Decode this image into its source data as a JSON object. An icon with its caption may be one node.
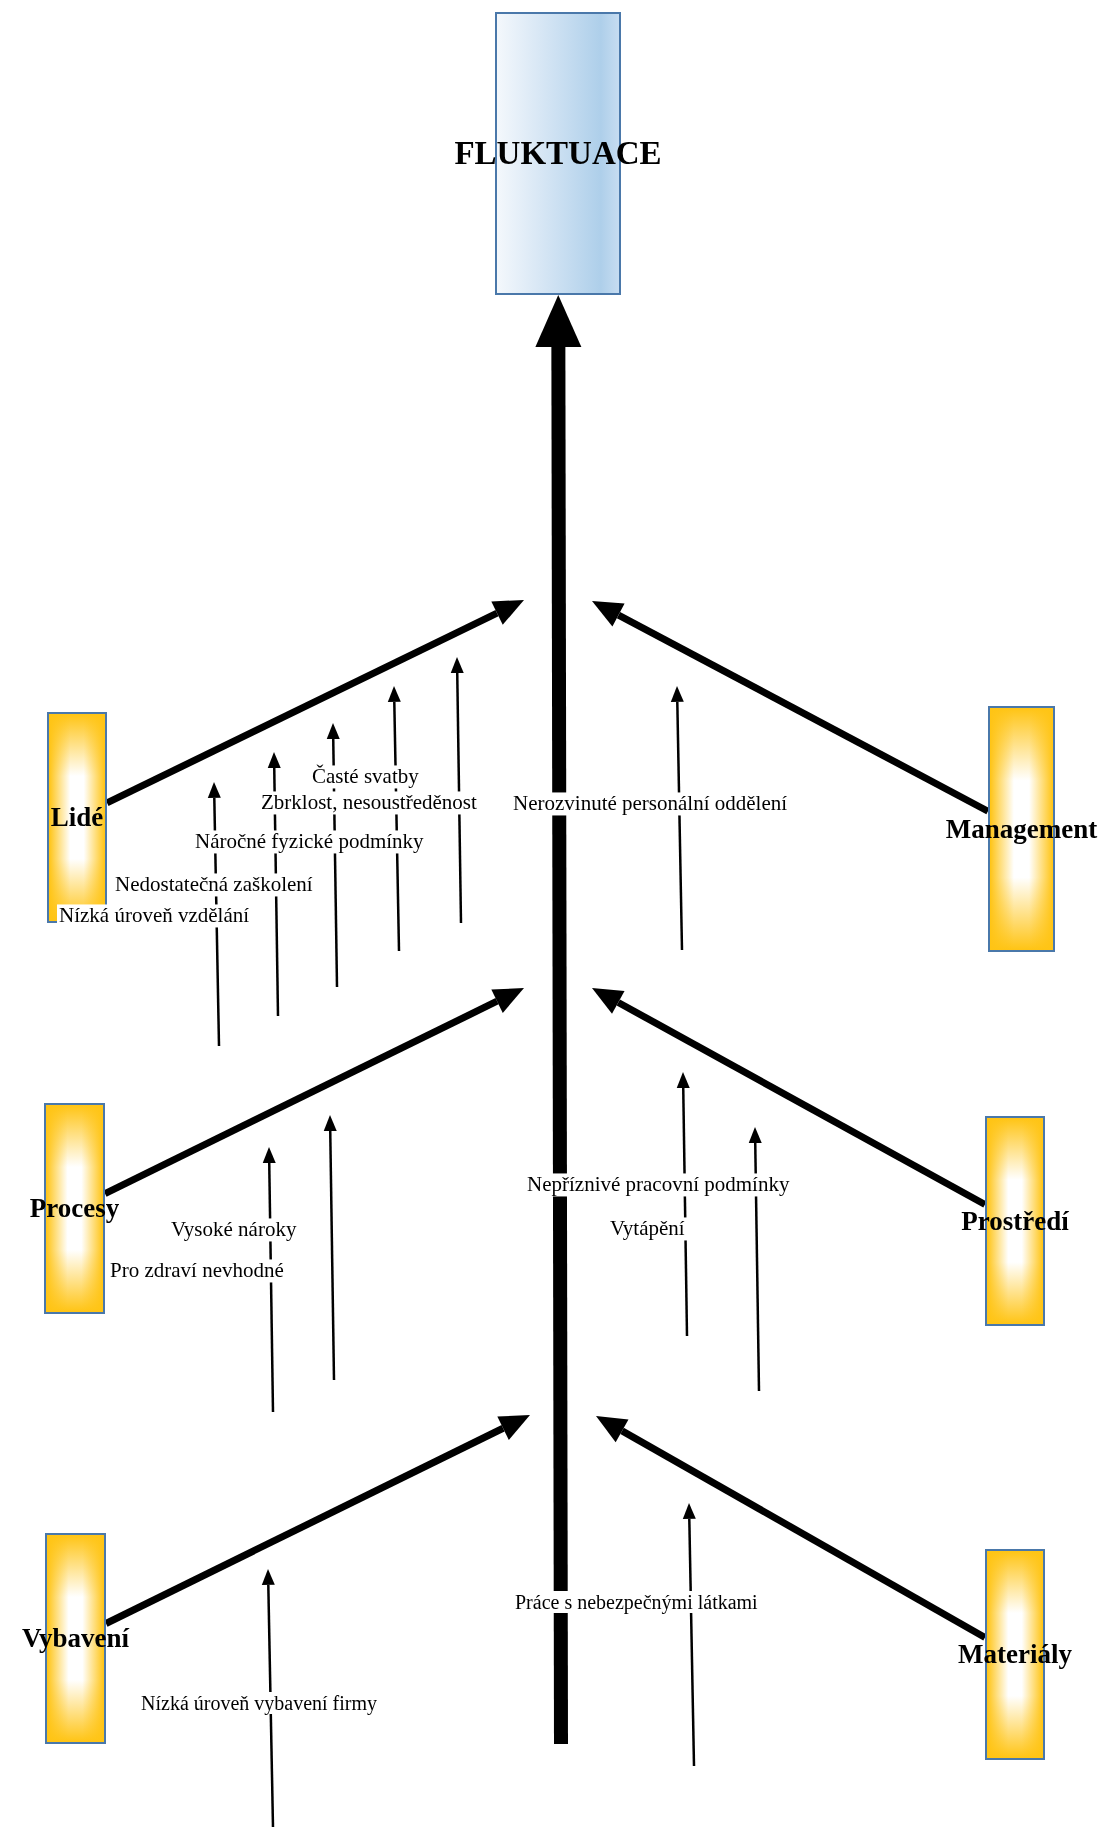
{
  "diagram": {
    "nodes": [
      {
        "text": [
          "FLUKTUACE"
        ]
      },
      {
        "text": [
          "Lidé"
        ]
      },
      {
        "text": [
          "Management"
        ]
      },
      {
        "text": [
          "Procesy"
        ]
      },
      {
        "text": [
          "Prostředí"
        ]
      },
      {
        "text": [
          "Vybavení"
        ]
      },
      {
        "text": [
          "Materiály"
        ]
      }
    ],
    "edges": [
      {
        "from": null,
        "to": 0,
        "arrow": "to",
        "style": "thick"
      },
      {
        "from": 1,
        "to": null,
        "arrow": "to"
      },
      {
        "from": 2,
        "to": null,
        "arrow": "to"
      },
      {
        "from": 3,
        "to": null,
        "arrow": "to"
      },
      {
        "from": 4,
        "to": null,
        "arrow": "to"
      },
      {
        "from": 5,
        "to": null,
        "arrow": "to"
      },
      {
        "from": 6,
        "to": null,
        "arrow": "to"
      }
    ],
    "labels": [
      "Časté svatby",
      "Zbrklost, nesoustředěnost",
      "Nerozvinuté personální oddělení",
      "Náročné fyzické podmínky",
      "Nedostatečná zaškolení",
      "Nízká úroveň vzdělání",
      "Nepříznivé pracovní podmínky",
      "Vysoké nároky",
      "Vytápění",
      "Pro zdraví nevhodné",
      "Práce s nebezpečnými látkami",
      "Nízká úroveň vybavení firmy"
    ]
  }
}
